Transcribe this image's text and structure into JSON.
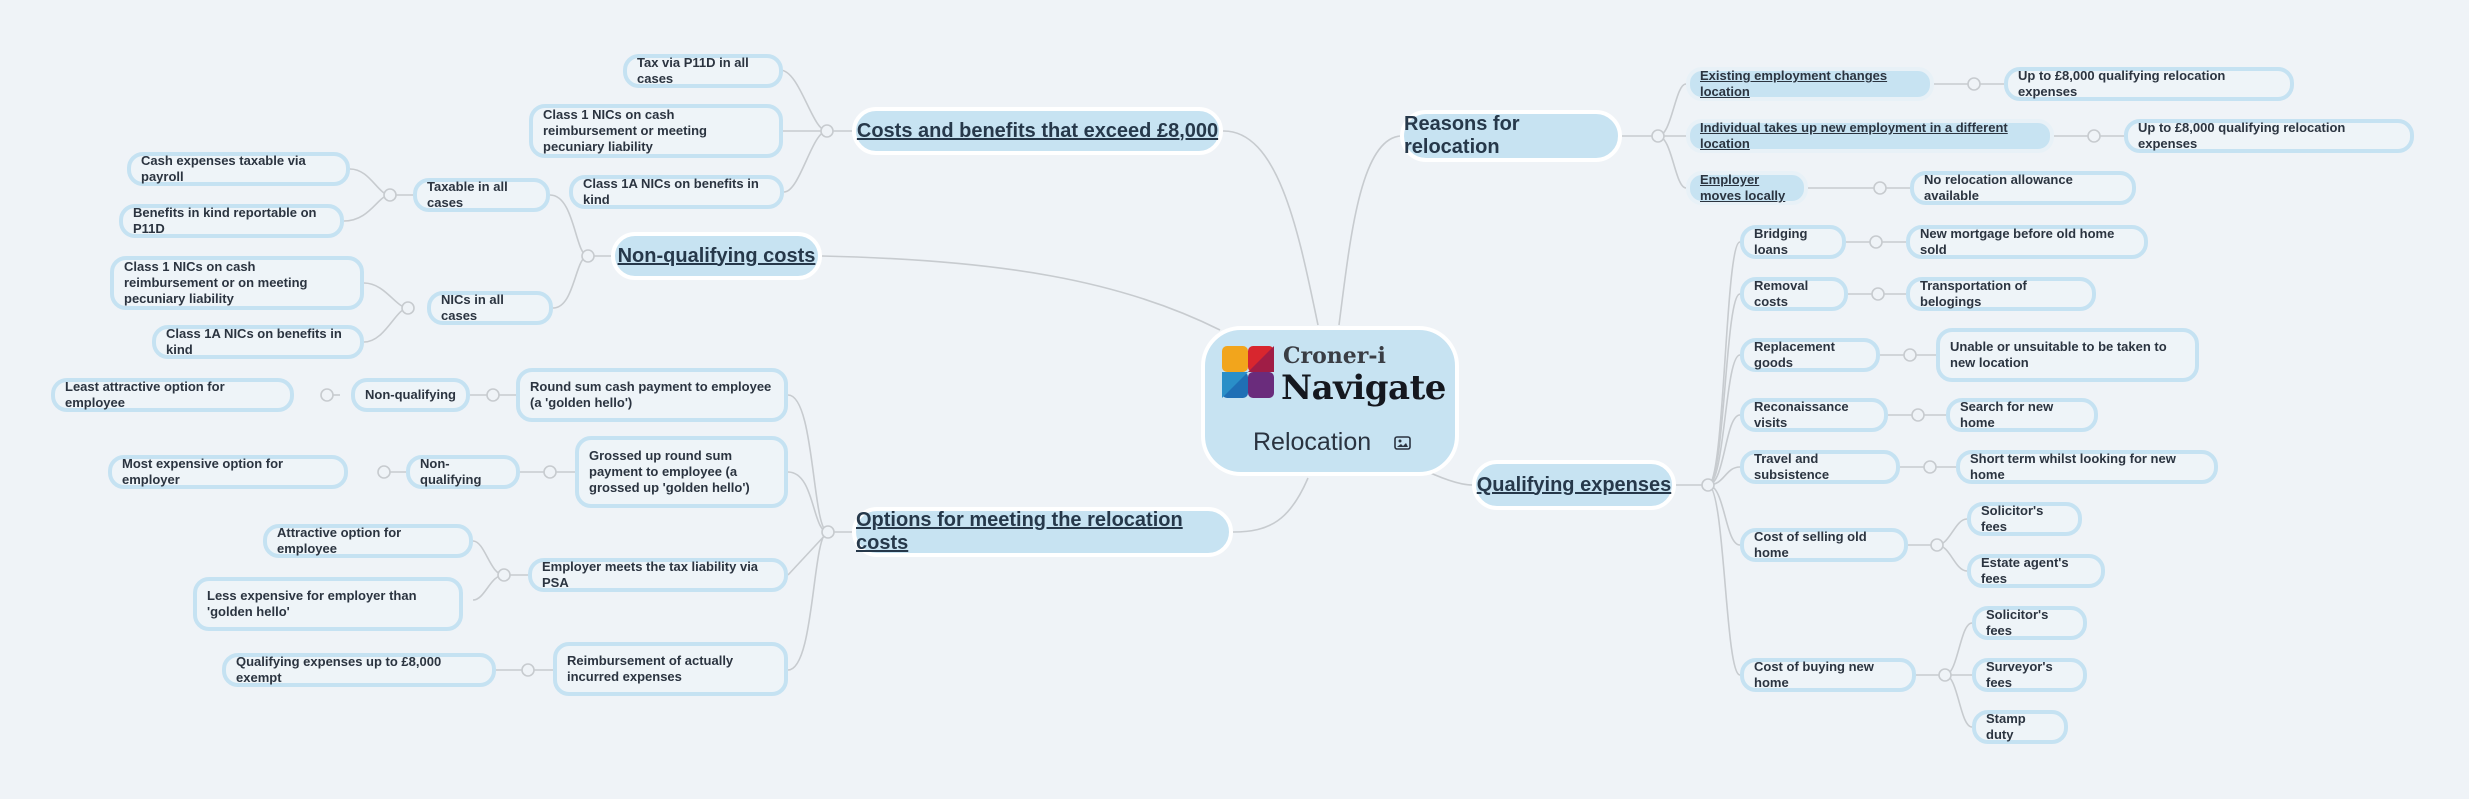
{
  "center": {
    "brand_small": "Croner-i",
    "brand_large": "Navigate",
    "title": "Relocation",
    "icon": "image-icon"
  },
  "branches": {
    "costs_exceed": {
      "label": "Costs and benefits that exceed £8,000",
      "children": [
        "Tax via P11D in all cases",
        "Class 1 NICs on cash reimbursement or meeting pecuniary liability",
        "Class 1A NICs on benefits in kind"
      ]
    },
    "non_qualifying": {
      "label": "Non-qualifying costs",
      "taxable": {
        "label": "Taxable in all cases",
        "children": [
          "Cash expenses taxable via payroll",
          "Benefits in kind reportable on P11D"
        ]
      },
      "nics": {
        "label": "NICs in all cases",
        "children": [
          "Class 1 NICs on cash reimbursement or on meeting pecuniary liability",
          "Class 1A NICs on benefits in kind"
        ]
      }
    },
    "options": {
      "label": "Options for meeting the relocation costs",
      "items": [
        {
          "label": "Round sum cash payment to employee (a 'golden hello')",
          "sub": "Non-qualifying",
          "leaf": "Least attractive option for employee"
        },
        {
          "label": "Grossed up round sum payment to employee (a grossed up 'golden hello')",
          "sub": "Non-qualifying",
          "leaf": "Most expensive option for employer"
        },
        {
          "label": "Employer meets the tax liability via PSA",
          "leaves": [
            "Attractive option for employee",
            "Less expensive for employer than 'golden hello'"
          ]
        },
        {
          "label": "Reimbursement of actually incurred expenses",
          "leaf": "Qualifying expenses up to £8,000 exempt"
        }
      ]
    },
    "reasons": {
      "label": "Reasons for relocation",
      "items": [
        {
          "label": "Existing employment changes location",
          "leaf": "Up to £8,000 qualifying relocation expenses"
        },
        {
          "label": "Individual takes up new employment in a different location",
          "leaf": "Up to £8,000 qualifying relocation expenses"
        },
        {
          "label": "Employer moves locally",
          "leaf": "No relocation allowance available"
        }
      ]
    },
    "qualifying": {
      "label": "Qualifying expenses",
      "items": [
        {
          "label": "Bridging loans",
          "leaves": [
            "New mortgage before old home sold"
          ]
        },
        {
          "label": "Removal costs",
          "leaves": [
            "Transportation of belogings"
          ]
        },
        {
          "label": "Replacement goods",
          "leaves": [
            "Unable or unsuitable to be taken to new location"
          ]
        },
        {
          "label": "Reconaissance visits",
          "leaves": [
            "Search for new home"
          ]
        },
        {
          "label": "Travel and subsistence",
          "leaves": [
            "Short term whilst looking for new home"
          ]
        },
        {
          "label": "Cost of selling old home",
          "leaves": [
            "Solicitor's fees",
            "Estate agent's fees"
          ]
        },
        {
          "label": "Cost of buying new home",
          "leaves": [
            "Solicitor's fees",
            "Surveyor's fees",
            "Stamp duty"
          ]
        }
      ]
    }
  },
  "colors": {
    "node_fill": "#c7e3f2",
    "node_border": "#c5e2f2",
    "connector": "#c4c8cc",
    "background": "#eff3f7"
  }
}
